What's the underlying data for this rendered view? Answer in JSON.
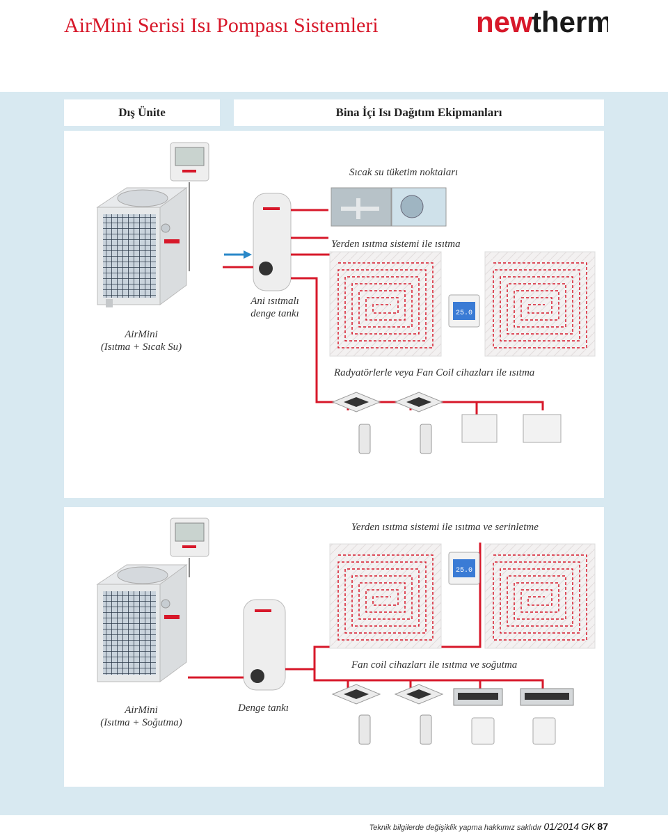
{
  "page": {
    "title": "AirMini Serisi Isı Pompası Sistemleri",
    "brand": {
      "part1": "new",
      "part2": "therm",
      "color1": "#d7182a",
      "color2": "#1a1a1a"
    },
    "accent_color": "#d7182a",
    "band_color": "#d8e9f1"
  },
  "headers": {
    "outdoor": "Dış Ünite",
    "indoor": "Bina İçi Isı Dağıtım Ekipmanları"
  },
  "top_system": {
    "hot_water_label": "Sıcak su tüketim noktaları",
    "floor_heating_label": "Yerden ısıtma sistemi ile ısıtma",
    "tank_label_line1": "Ani ısıtmalı",
    "tank_label_line2": "denge tankı",
    "unit_label_line1": "AirMini",
    "unit_label_line2": "(Isıtma + Sıcak Su)",
    "fancoil_label": "Radyatörlerle veya Fan Coil cihazları ile ısıtma",
    "thermostat_display": "25.0"
  },
  "bottom_system": {
    "floor_label": "Yerden ısıtma sistemi ile ısıtma ve serinletme",
    "fancoil_label": "Fan coil cihazları ile ısıtma ve soğutma",
    "tank_label": "Denge tankı",
    "unit_label_line1": "AirMini",
    "unit_label_line2": "(Isıtma + Soğutma)",
    "thermostat_display": "25.0"
  },
  "footer": {
    "note": "Teknik bilgilerde değişiklik yapma hakkımız saklıdır",
    "issue": "01/2014",
    "code": "GK",
    "page_number": "87"
  }
}
